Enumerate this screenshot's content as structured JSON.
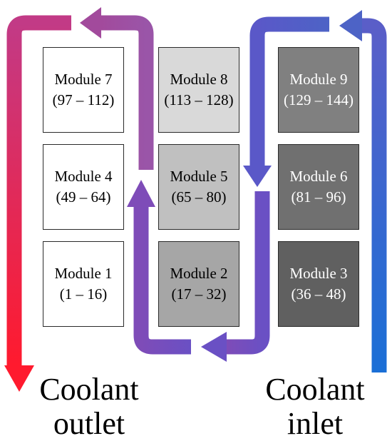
{
  "modules": [
    {
      "name": "Module 7",
      "range": "(97 – 112)",
      "fill": "#ffffff",
      "text_color": "#000000"
    },
    {
      "name": "Module 8",
      "range": "(113 – 128)",
      "fill": "#d9d9d9",
      "text_color": "#000000"
    },
    {
      "name": "Module 9",
      "range": "(129 – 144)",
      "fill": "#808080",
      "text_color": "#ffffff"
    },
    {
      "name": "Module 4",
      "range": "(49 – 64)",
      "fill": "#ffffff",
      "text_color": "#000000"
    },
    {
      "name": "Module 5",
      "range": "(65 – 80)",
      "fill": "#c0c0c0",
      "text_color": "#000000"
    },
    {
      "name": "Module 6",
      "range": "(81 – 96)",
      "fill": "#707070",
      "text_color": "#ffffff"
    },
    {
      "name": "Module 1",
      "range": "(1 – 16)",
      "fill": "#ffffff",
      "text_color": "#000000"
    },
    {
      "name": "Module 2",
      "range": "(17 – 32)",
      "fill": "#a6a6a6",
      "text_color": "#000000"
    },
    {
      "name": "Module 3",
      "range": "(36 – 48)",
      "fill": "#606060",
      "text_color": "#ffffff"
    }
  ],
  "labels": {
    "outlet_line1": "Coolant",
    "outlet_line2": "outlet",
    "inlet_line1": "Coolant",
    "inlet_line2": "inlet"
  },
  "colors": {
    "coolant_hot": "#ff1a2e",
    "coolant_mid": "#8e4fb0",
    "coolant_cold": "#1a6fd6"
  }
}
